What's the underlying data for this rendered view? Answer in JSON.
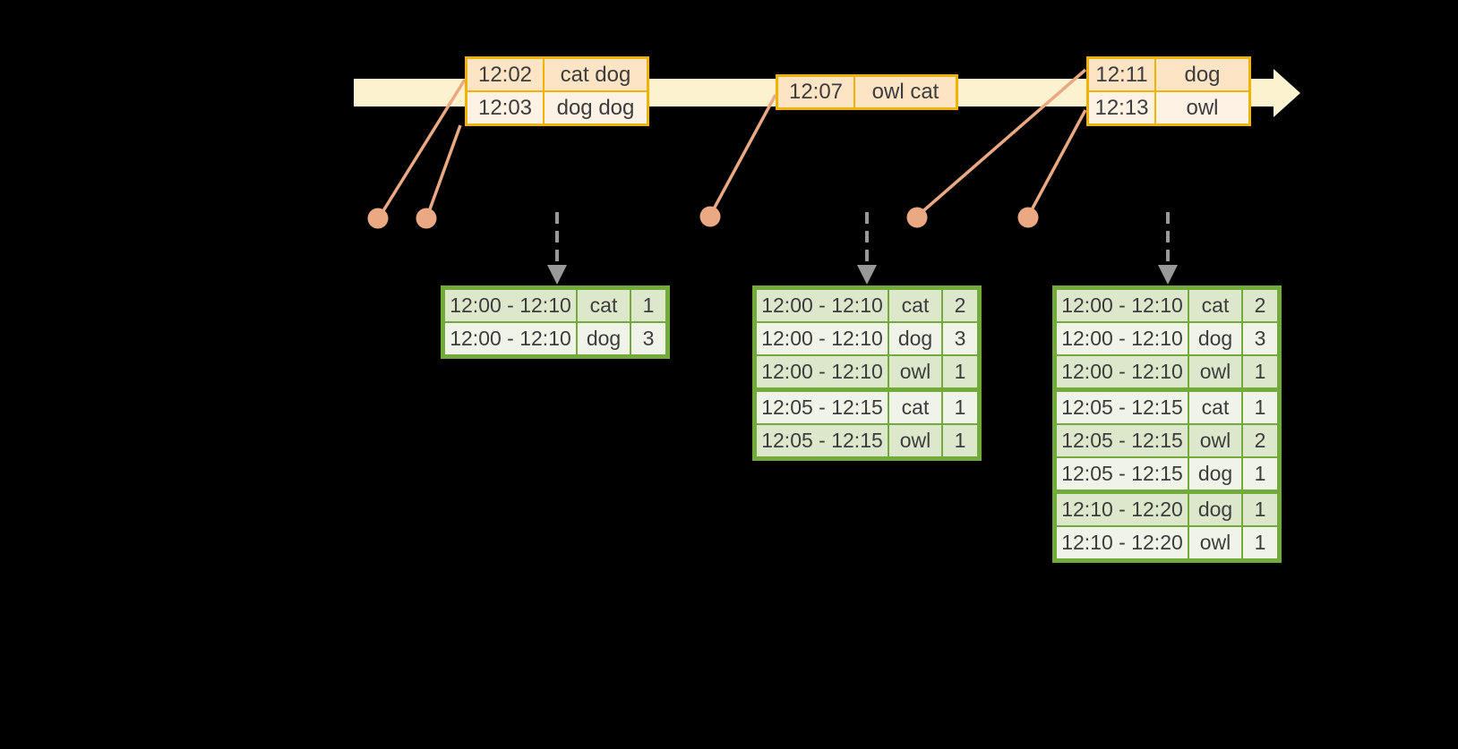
{
  "colors": {
    "band": "#fdf2cf",
    "event_border": "#f0b400",
    "event_fill_dark": "#fce4c4",
    "event_fill_light": "#fdf2e4",
    "connector": "#eba983",
    "table_border": "#73aa3c",
    "row_fill_dark": "#dce7cb",
    "row_fill_light": "#eff3e8",
    "arrow": "#999999",
    "text": "#3d3d3d",
    "background": "#000000"
  },
  "event_boxes": [
    {
      "rows": [
        {
          "time": "12:02",
          "words": "cat dog"
        },
        {
          "time": "12:03",
          "words": "dog dog"
        }
      ]
    },
    {
      "rows": [
        {
          "time": "12:07",
          "words": "owl cat"
        }
      ]
    },
    {
      "rows": [
        {
          "time": "12:11",
          "words": "dog"
        },
        {
          "time": "12:13",
          "words": "owl"
        }
      ]
    }
  ],
  "result_tables": [
    {
      "rows": [
        {
          "window": "12:00 - 12:10",
          "word": "cat",
          "count": "1"
        },
        {
          "window": "12:00 - 12:10",
          "word": "dog",
          "count": "3"
        }
      ]
    },
    {
      "rows": [
        {
          "window": "12:00 - 12:10",
          "word": "cat",
          "count": "2"
        },
        {
          "window": "12:00 - 12:10",
          "word": "dog",
          "count": "3"
        },
        {
          "window": "12:00 - 12:10",
          "word": "owl",
          "count": "1"
        },
        {
          "window": "12:05 - 12:15",
          "word": "cat",
          "count": "1"
        },
        {
          "window": "12:05 - 12:15",
          "word": "owl",
          "count": "1"
        }
      ]
    },
    {
      "rows": [
        {
          "window": "12:00 - 12:10",
          "word": "cat",
          "count": "2"
        },
        {
          "window": "12:00 - 12:10",
          "word": "dog",
          "count": "3"
        },
        {
          "window": "12:00 - 12:10",
          "word": "owl",
          "count": "1"
        },
        {
          "window": "12:05 - 12:15",
          "word": "cat",
          "count": "1"
        },
        {
          "window": "12:05 - 12:15",
          "word": "owl",
          "count": "2"
        },
        {
          "window": "12:05 - 12:15",
          "word": "dog",
          "count": "1"
        },
        {
          "window": "12:10 - 12:20",
          "word": "dog",
          "count": "1"
        },
        {
          "window": "12:10 - 12:20",
          "word": "owl",
          "count": "1"
        }
      ]
    }
  ]
}
